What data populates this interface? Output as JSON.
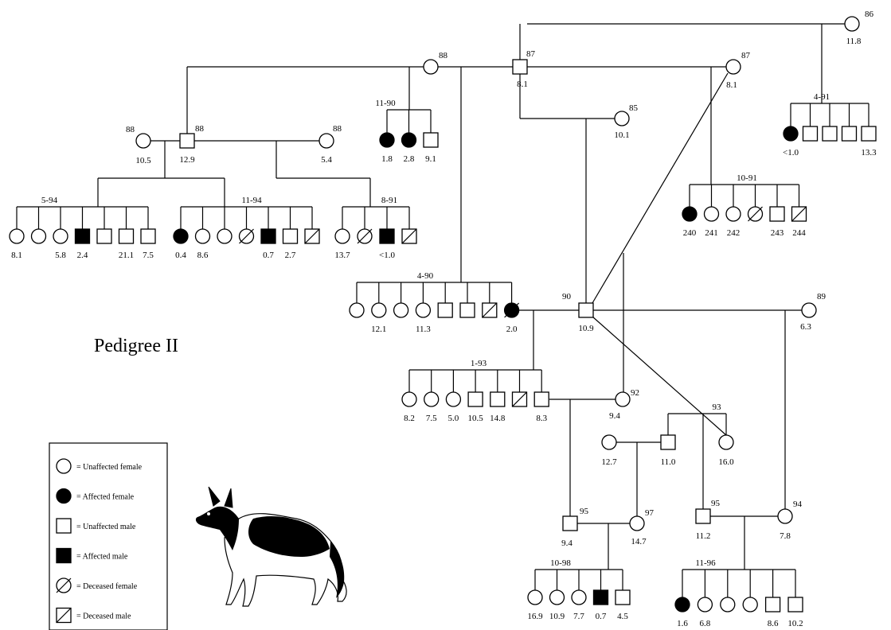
{
  "title": "Pedigree II",
  "colors": {
    "ink": "#000000",
    "background": "#ffffff"
  },
  "legend": [
    {
      "symbol": "unaffected-female",
      "text": "= Unaffected female"
    },
    {
      "symbol": "affected-female",
      "text": "= Affected female"
    },
    {
      "symbol": "unaffected-male",
      "text": "= Unaffected male"
    },
    {
      "symbol": "affected-male",
      "text": "= Affected male"
    },
    {
      "symbol": "deceased-female",
      "text": "= Deceased female"
    },
    {
      "symbol": "deceased-male",
      "text": "= Deceased male"
    }
  ],
  "illustration": "german-shepherd-dog",
  "individuals": [
    {
      "id": "f86",
      "sex": "female",
      "status": "unaffected",
      "year": "86",
      "value": "11.8"
    },
    {
      "id": "m87",
      "sex": "male",
      "status": "unaffected",
      "year": "87",
      "value": "8.1"
    },
    {
      "id": "f88",
      "sex": "female",
      "status": "unaffected",
      "year": "88",
      "value": ""
    },
    {
      "id": "f87",
      "sex": "female",
      "status": "unaffected",
      "year": "87",
      "value": "8.1"
    },
    {
      "id": "f85",
      "sex": "female",
      "status": "unaffected",
      "year": "85",
      "value": "10.1"
    },
    {
      "id": "m88",
      "sex": "male",
      "status": "unaffected",
      "year": "88",
      "value": "12.9"
    },
    {
      "id": "f88a",
      "sex": "female",
      "status": "unaffected",
      "year": "88",
      "value": "10.5"
    },
    {
      "id": "f88b",
      "sex": "female",
      "status": "unaffected",
      "year": "88",
      "value": "5.4"
    },
    {
      "id": "m90",
      "sex": "male",
      "status": "unaffected",
      "year": "90",
      "value": "10.9"
    },
    {
      "id": "f89",
      "sex": "female",
      "status": "unaffected",
      "year": "89",
      "value": "6.3"
    },
    {
      "id": "f92",
      "sex": "female",
      "status": "unaffected",
      "year": "92",
      "value": "9.4"
    },
    {
      "id": "m93",
      "sex": "male",
      "status": "unaffected",
      "year": "",
      "value": "11.0"
    },
    {
      "id": "f93a",
      "sex": "female",
      "status": "unaffected",
      "year": "",
      "value": "12.7"
    },
    {
      "id": "f93b",
      "sex": "female",
      "status": "unaffected",
      "year": "",
      "value": "16.0"
    },
    {
      "id": "m95a",
      "sex": "male",
      "status": "unaffected",
      "year": "95",
      "value": "9.4"
    },
    {
      "id": "f97",
      "sex": "female",
      "status": "unaffected",
      "year": "97",
      "value": "14.7"
    },
    {
      "id": "m95b",
      "sex": "male",
      "status": "unaffected",
      "year": "95",
      "value": "11.2"
    },
    {
      "id": "f94",
      "sex": "female",
      "status": "unaffected",
      "year": "94",
      "value": "7.8"
    }
  ],
  "litters": [
    {
      "id": "l-4-91",
      "label": "4-91",
      "pups": [
        {
          "sex": "female",
          "status": "affected",
          "value": "<1.0"
        },
        {
          "sex": "male",
          "status": "unaffected",
          "value": ""
        },
        {
          "sex": "male",
          "status": "unaffected",
          "value": ""
        },
        {
          "sex": "male",
          "status": "unaffected",
          "value": ""
        },
        {
          "sex": "male",
          "status": "unaffected",
          "value": "13.3"
        }
      ]
    },
    {
      "id": "l-11-90",
      "label": "11-90",
      "pups": [
        {
          "sex": "female",
          "status": "affected",
          "value": "1.8"
        },
        {
          "sex": "female",
          "status": "affected",
          "value": "2.8"
        },
        {
          "sex": "male",
          "status": "unaffected",
          "value": "9.1"
        }
      ]
    },
    {
      "id": "l-10-91",
      "label": "10-91",
      "pups": [
        {
          "sex": "female",
          "status": "affected",
          "value": "240"
        },
        {
          "sex": "female",
          "status": "unaffected",
          "value": "241"
        },
        {
          "sex": "female",
          "status": "unaffected",
          "value": "242"
        },
        {
          "sex": "female",
          "status": "deceased",
          "value": ""
        },
        {
          "sex": "male",
          "status": "unaffected",
          "value": "243"
        },
        {
          "sex": "male",
          "status": "deceased",
          "value": "244"
        }
      ]
    },
    {
      "id": "l-5-94",
      "label": "5-94",
      "pups": [
        {
          "sex": "female",
          "status": "unaffected",
          "value": "8.1"
        },
        {
          "sex": "female",
          "status": "unaffected",
          "value": ""
        },
        {
          "sex": "female",
          "status": "unaffected",
          "value": "5.8"
        },
        {
          "sex": "male",
          "status": "affected",
          "value": "2.4"
        },
        {
          "sex": "male",
          "status": "unaffected",
          "value": ""
        },
        {
          "sex": "male",
          "status": "unaffected",
          "value": "21.1"
        },
        {
          "sex": "male",
          "status": "unaffected",
          "value": "7.5"
        }
      ]
    },
    {
      "id": "l-11-94",
      "label": "11-94",
      "pups": [
        {
          "sex": "female",
          "status": "affected",
          "value": "0.4"
        },
        {
          "sex": "female",
          "status": "unaffected",
          "value": "8.6"
        },
        {
          "sex": "female",
          "status": "unaffected",
          "value": ""
        },
        {
          "sex": "female",
          "status": "deceased",
          "value": ""
        },
        {
          "sex": "male",
          "status": "affected",
          "value": "0.7"
        },
        {
          "sex": "male",
          "status": "unaffected",
          "value": "2.7"
        },
        {
          "sex": "male",
          "status": "deceased",
          "value": ""
        }
      ]
    },
    {
      "id": "l-8-91",
      "label": "8-91",
      "pups": [
        {
          "sex": "female",
          "status": "unaffected",
          "value": "13.7"
        },
        {
          "sex": "female",
          "status": "deceased",
          "value": ""
        },
        {
          "sex": "male",
          "status": "affected",
          "value": "<1.0"
        },
        {
          "sex": "male",
          "status": "deceased",
          "value": ""
        }
      ]
    },
    {
      "id": "l-4-90",
      "label": "4-90",
      "pups": [
        {
          "sex": "female",
          "status": "unaffected",
          "value": ""
        },
        {
          "sex": "female",
          "status": "unaffected",
          "value": "12.1"
        },
        {
          "sex": "female",
          "status": "unaffected",
          "value": ""
        },
        {
          "sex": "female",
          "status": "unaffected",
          "value": "11.3"
        },
        {
          "sex": "male",
          "status": "unaffected",
          "value": ""
        },
        {
          "sex": "male",
          "status": "unaffected",
          "value": ""
        },
        {
          "sex": "male",
          "status": "deceased",
          "value": ""
        },
        {
          "sex": "female",
          "status": "affected-deceased",
          "value": "2.0"
        }
      ]
    },
    {
      "id": "l-1-93",
      "label": "1-93",
      "pups": [
        {
          "sex": "female",
          "status": "unaffected",
          "value": "8.2"
        },
        {
          "sex": "female",
          "status": "unaffected",
          "value": "7.5"
        },
        {
          "sex": "female",
          "status": "unaffected",
          "value": "5.0"
        },
        {
          "sex": "male",
          "status": "unaffected",
          "value": "10.5"
        },
        {
          "sex": "male",
          "status": "unaffected",
          "value": "14.8"
        },
        {
          "sex": "male",
          "status": "deceased",
          "value": ""
        },
        {
          "sex": "male",
          "status": "unaffected",
          "value": "8.3"
        }
      ]
    },
    {
      "id": "l-93",
      "label": "93",
      "pups": []
    },
    {
      "id": "l-10-98",
      "label": "10-98",
      "pups": [
        {
          "sex": "female",
          "status": "unaffected",
          "value": "16.9"
        },
        {
          "sex": "female",
          "status": "unaffected",
          "value": "10.9"
        },
        {
          "sex": "female",
          "status": "unaffected",
          "value": "7.7"
        },
        {
          "sex": "male",
          "status": "affected",
          "value": "0.7"
        },
        {
          "sex": "male",
          "status": "unaffected",
          "value": "4.5"
        }
      ]
    },
    {
      "id": "l-11-96",
      "label": "11-96",
      "pups": [
        {
          "sex": "female",
          "status": "affected",
          "value": "1.6"
        },
        {
          "sex": "female",
          "status": "unaffected",
          "value": "6.8"
        },
        {
          "sex": "female",
          "status": "unaffected",
          "value": ""
        },
        {
          "sex": "female",
          "status": "unaffected",
          "value": ""
        },
        {
          "sex": "male",
          "status": "unaffected",
          "value": "8.6"
        },
        {
          "sex": "male",
          "status": "unaffected",
          "value": "10.2"
        }
      ]
    }
  ]
}
